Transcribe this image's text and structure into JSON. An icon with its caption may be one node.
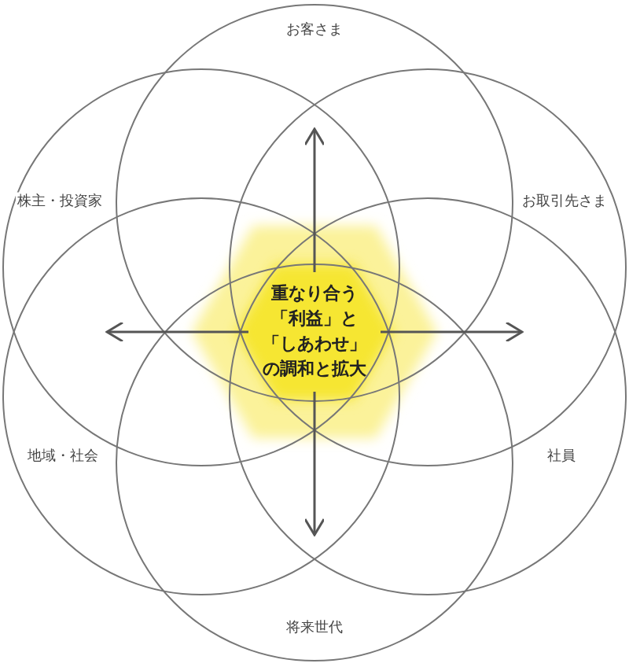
{
  "diagram": {
    "nodes": [
      {
        "text": [
          "お客さま"
        ]
      },
      {
        "text": [
          "株主・投資家"
        ]
      },
      {
        "text": [
          "お取引先さま"
        ]
      },
      {
        "text": [
          "重なり合う「利益」と「しあわせ」の調和と拡大"
        ]
      },
      {
        "text": [
          "地域・社会"
        ]
      },
      {
        "text": [
          "社員"
        ]
      },
      {
        "text": [
          "将来世代"
        ]
      }
    ],
    "edges": [
      {
        "from": 3,
        "to": null,
        "arrow": "to"
      },
      {
        "from": 3,
        "to": null,
        "arrow": "to"
      },
      {
        "from": 3,
        "to": null,
        "arrow": "to"
      },
      {
        "from": 3,
        "to": null,
        "arrow": "to"
      }
    ]
  }
}
